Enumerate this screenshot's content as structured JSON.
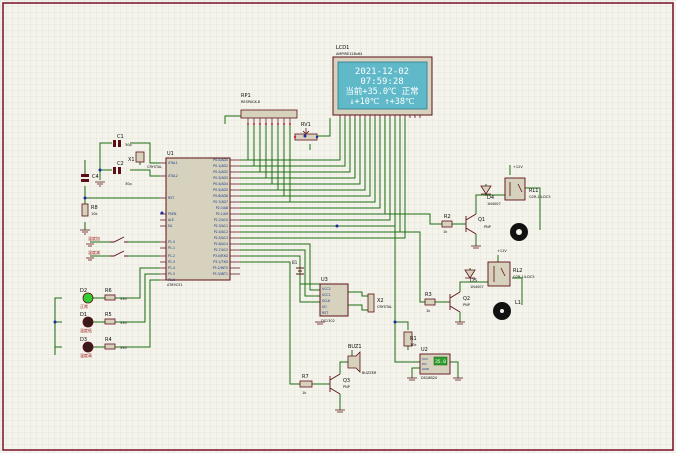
{
  "schematic": {
    "lcd": {
      "ref": "LCD1",
      "part": "AMPIRE128x64",
      "line1": "2021-12-02",
      "line2": "07:59:28",
      "line3": "当前+35.0℃ 正常",
      "line4": "↓+10℃  ↑+38℃"
    },
    "rp1": {
      "ref": "RP1",
      "part": "RESPACK-8"
    },
    "rv1": {
      "ref": "RV1"
    },
    "u1": {
      "ref": "U1",
      "part": "AT89C51",
      "left_pins": [
        "XTAL1",
        "XTAL2",
        "RST",
        "PSEN",
        "ALE",
        "EA",
        "P1.0",
        "P1.1",
        "P1.2",
        "P1.3",
        "P1.4",
        "P1.5",
        "P1.6",
        "P1.7"
      ],
      "right_pins": [
        "P0.0/AD0",
        "P0.1/AD1",
        "P0.2/AD2",
        "P0.3/AD3",
        "P0.4/AD4",
        "P0.5/AD5",
        "P0.6/AD6",
        "P0.7/AD7",
        "P2.0/A8",
        "P2.1/A9",
        "P2.2/A10",
        "P2.3/A11",
        "P2.4/A12",
        "P2.5/A13",
        "P2.6/A14",
        "P2.7/A15",
        "P3.0/RXD",
        "P3.1/TXD",
        "P3.2/INT0",
        "P3.3/INT1",
        "P3.4/T0",
        "P3.5/T1",
        "P3.6/WR",
        "P3.7/RD"
      ]
    },
    "c1": {
      "ref": "C1",
      "value": "30p"
    },
    "c2": {
      "ref": "C2",
      "value": "30p"
    },
    "x1": {
      "ref": "X1",
      "part": "CRYSTAL"
    },
    "c4": {
      "ref": "C4"
    },
    "r8": {
      "ref": "R8",
      "value": "10k"
    },
    "btn1": {
      "label": "温度加"
    },
    "btn2": {
      "label": "温度减"
    },
    "d2": {
      "ref": "D2",
      "label": "正常"
    },
    "d1": {
      "ref": "D1",
      "label": "温度低"
    },
    "d3": {
      "ref": "D3",
      "label": "温度高"
    },
    "r6": {
      "ref": "R6",
      "value": "330"
    },
    "r5": {
      "ref": "R5",
      "value": "330"
    },
    "r4": {
      "ref": "R4",
      "value": "330"
    },
    "u3": {
      "ref": "U3",
      "part": "DS1302",
      "pins": [
        "VCC2",
        "VCC1",
        "SCLK",
        "I/O",
        "RST",
        "X1",
        "X2"
      ]
    },
    "x2": {
      "ref": "X2",
      "part": "CRYSTAL"
    },
    "bat": {
      "ref": "B1"
    },
    "r2": {
      "ref": "R2",
      "value": "1k"
    },
    "q1": {
      "ref": "Q1",
      "part": "PNP"
    },
    "d4": {
      "ref": "D4",
      "part": "1N4007"
    },
    "rl1": {
      "ref": "RL1",
      "part": "G2R-14-DC5"
    },
    "vcc1": {
      "label": "+12V"
    },
    "r3": {
      "ref": "R3",
      "value": "1k"
    },
    "q2": {
      "ref": "Q2",
      "part": "PNP"
    },
    "d5": {
      "ref": "D5",
      "part": "1N4007"
    },
    "rl2": {
      "ref": "RL2",
      "part": "G2R-14-DC5"
    },
    "vcc2": {
      "label": "+12V"
    },
    "l1": {
      "ref": "L1"
    },
    "r1": {
      "ref": "R1",
      "value": "10k"
    },
    "u2": {
      "ref": "U2",
      "part": "DS18B20",
      "readout": "35.0",
      "pins": [
        "VCC",
        "DQ",
        "GND"
      ]
    },
    "buz1": {
      "ref": "BUZ1",
      "part": "BUZZER"
    },
    "r7": {
      "ref": "R7",
      "value": "1k"
    },
    "q3": {
      "ref": "Q3",
      "part": "PNP"
    }
  },
  "colors": {
    "background": "#f4f4ec",
    "grid": "#d8d8cc",
    "border": "#7a0f2a",
    "wire": "#1b6e12",
    "component": "#5c0f16",
    "body": "#d7d2bd",
    "lcd_bg": "#5fb9c9",
    "lcd_text": "#ffffff",
    "pin_label": "#14388b",
    "label": "#0b0b0b",
    "led_green": "#33cc33",
    "led_off": "#3a1a1a",
    "motor": "#111111",
    "node": "#1d2a9a"
  }
}
